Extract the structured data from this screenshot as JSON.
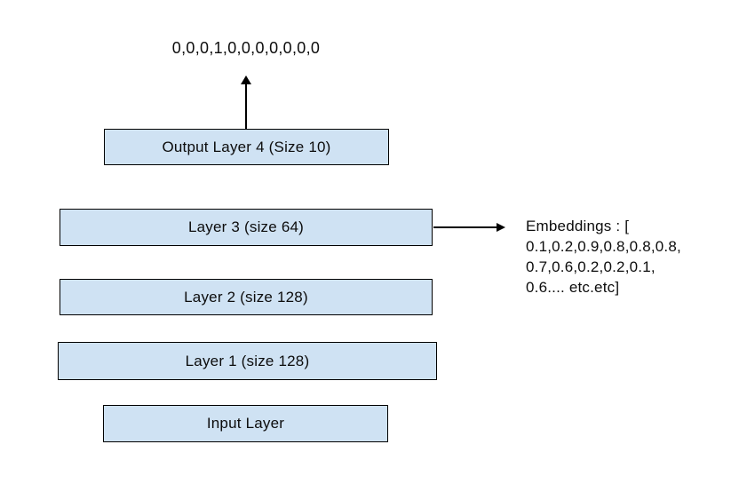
{
  "colors": {
    "box_fill": "#cfe2f3",
    "box_border": "#000000",
    "text": "#0d0d0d",
    "arrow": "#000000",
    "background": "#ffffff"
  },
  "output_vector": "0,0,0,1,0,0,0,0,0,0,0",
  "layers": {
    "output": "Output Layer 4 (Size 10)",
    "layer3": "Layer 3 (size 64)",
    "layer2": "Layer 2 (size 128)",
    "layer1": "Layer 1 (size 128)",
    "input": "Input Layer"
  },
  "embeddings": {
    "lines": [
      "Embeddings : [",
      "0.1,0.2,0.9,0.8,0.8,0.8,",
      "0.7,0.6,0.2,0.2,0.1,",
      "0.6.... etc.etc]"
    ]
  }
}
